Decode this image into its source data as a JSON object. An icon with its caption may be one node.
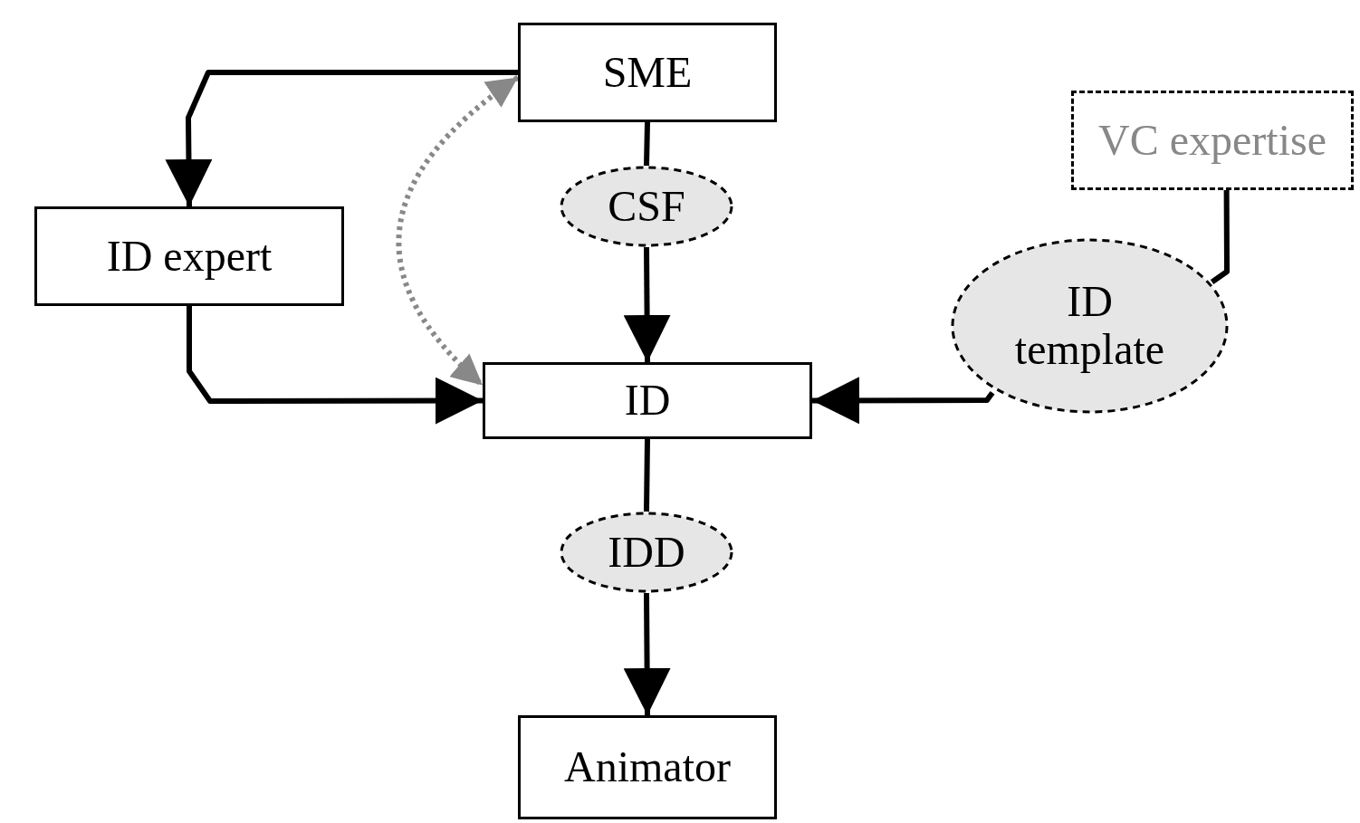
{
  "diagram": {
    "nodes": [
      {
        "text": [
          "SME"
        ]
      },
      {
        "text": [
          "ID expert"
        ]
      },
      {
        "text": [
          "CSF"
        ]
      },
      {
        "text": [
          "VC expertise"
        ]
      },
      {
        "text": [
          "ID template"
        ]
      },
      {
        "text": [
          "ID"
        ]
      },
      {
        "text": [
          "IDD"
        ]
      },
      {
        "text": [
          "Animator"
        ]
      }
    ],
    "edges": [
      {
        "from": 0,
        "to": 1,
        "arrow": "to"
      },
      {
        "from": 1,
        "to": 5,
        "arrow": "to"
      },
      {
        "from": 0,
        "to": 5,
        "arrow": "both",
        "style": "dashed",
        "color": "#888888"
      },
      {
        "from": 0,
        "to": 2,
        "arrow": "none"
      },
      {
        "from": 2,
        "to": 5,
        "arrow": "to"
      },
      {
        "from": 3,
        "to": 4,
        "arrow": "none"
      },
      {
        "from": 4,
        "to": 5,
        "arrow": "to"
      },
      {
        "from": 5,
        "to": 6,
        "arrow": "none"
      },
      {
        "from": 6,
        "to": 7,
        "arrow": "to"
      }
    ]
  }
}
